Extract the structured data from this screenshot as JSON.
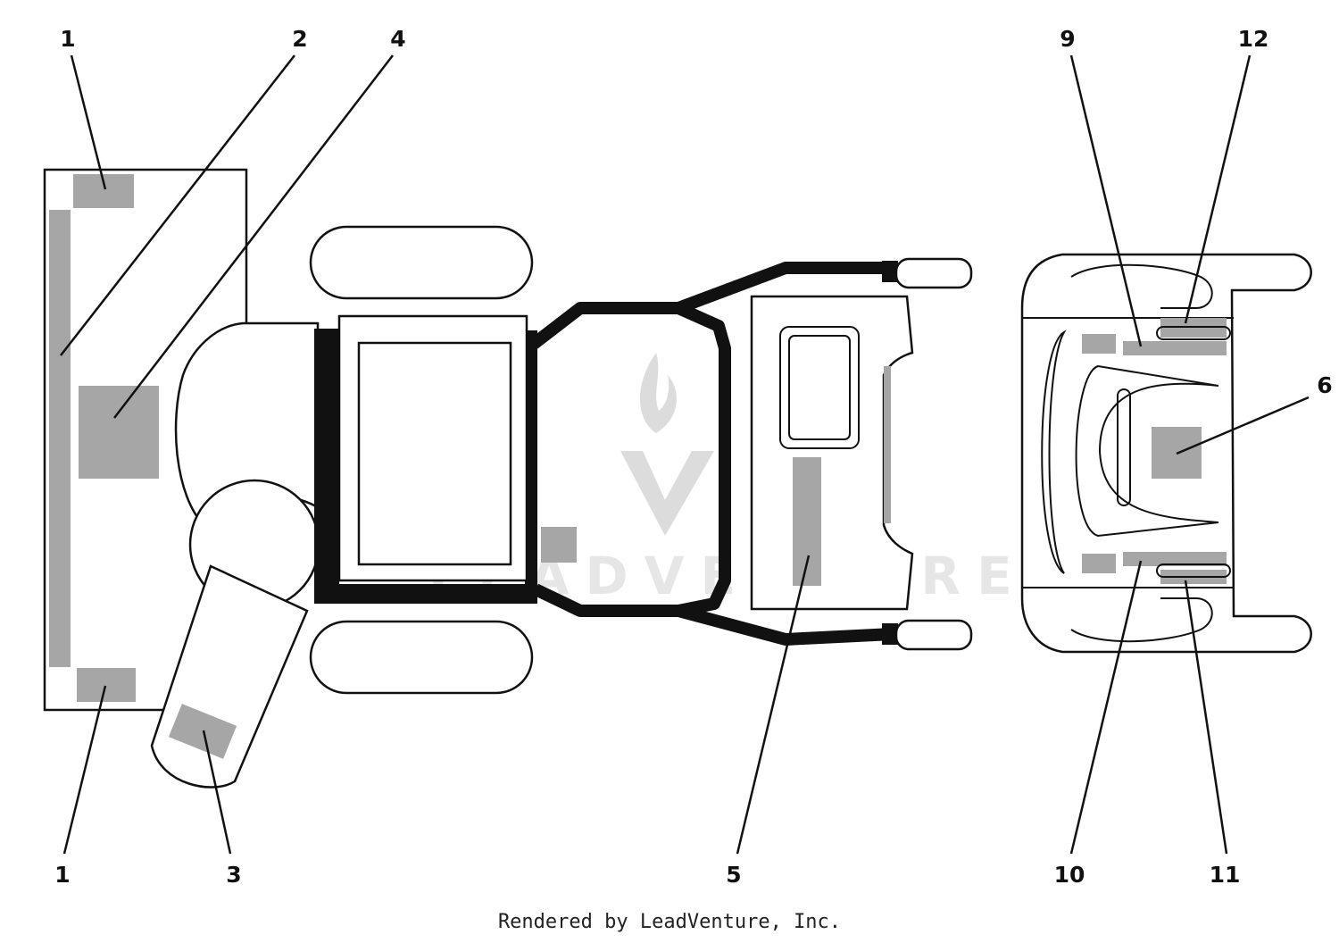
{
  "callouts": [
    {
      "id": "1a",
      "label": "1"
    },
    {
      "id": "2",
      "label": "2"
    },
    {
      "id": "4",
      "label": "4"
    },
    {
      "id": "1b",
      "label": "1"
    },
    {
      "id": "3",
      "label": "3"
    },
    {
      "id": "5",
      "label": "5"
    },
    {
      "id": "9",
      "label": "9"
    },
    {
      "id": "12",
      "label": "12"
    },
    {
      "id": "6",
      "label": "6"
    },
    {
      "id": "10",
      "label": "10"
    },
    {
      "id": "11",
      "label": "11"
    }
  ],
  "watermark": {
    "text": "LEADVENTURE"
  },
  "footer": {
    "text": "Rendered by LeadVenture, Inc."
  },
  "colors": {
    "decal": "#a6a6a6",
    "line": "#111111",
    "background": "#ffffff"
  }
}
